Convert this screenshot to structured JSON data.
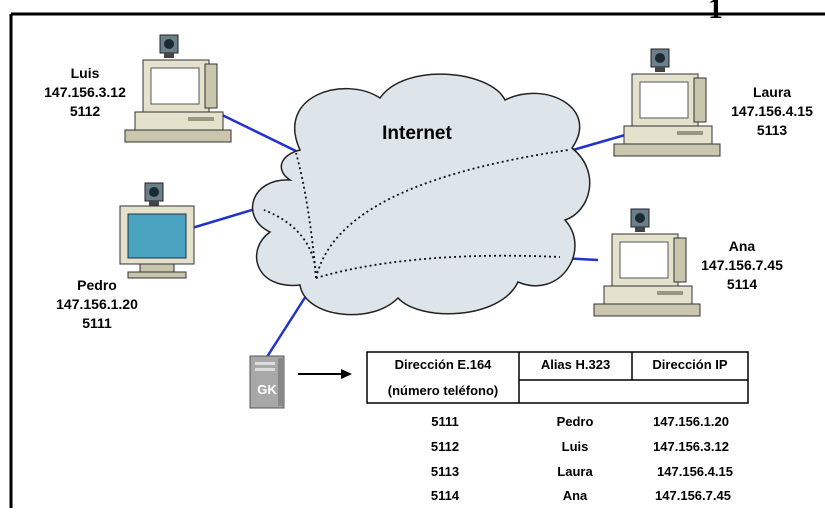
{
  "cloud": {
    "label": "Internet"
  },
  "corner_mark": "1",
  "nodes": {
    "luis": {
      "name": "Luis",
      "ip": "147.156.3.12",
      "number": "5112"
    },
    "laura": {
      "name": "Laura",
      "ip": "147.156.4.15",
      "number": "5113"
    },
    "pedro": {
      "name": "Pedro",
      "ip": "147.156.1.20",
      "number": "5111"
    },
    "ana": {
      "name": "Ana",
      "ip": "147.156.7.45",
      "number": "5114"
    }
  },
  "gatekeeper": {
    "label": "GK"
  },
  "table": {
    "headers": {
      "e164_line1": "Dirección E.164",
      "e164_line2": "(número teléfono)",
      "alias": "Alias H.323",
      "ip": "Dirección IP"
    },
    "rows": [
      {
        "e164": "5111",
        "alias": "Pedro",
        "ip": "147.156.1.20"
      },
      {
        "e164": "5112",
        "alias": "Luis",
        "ip": "147.156.3.12"
      },
      {
        "e164": "5113",
        "alias": "Laura",
        "ip": "147.156.4.15"
      },
      {
        "e164": "5114",
        "alias": "Ana",
        "ip": "147.156.7.45"
      }
    ]
  },
  "colors": {
    "cloud_fill": "#dde4ea",
    "link_line": "#2233cc",
    "pc_beige": "#e4e2cc",
    "screen_teal": "#4aa3c0",
    "gk_gray": "#a8a8a8"
  }
}
